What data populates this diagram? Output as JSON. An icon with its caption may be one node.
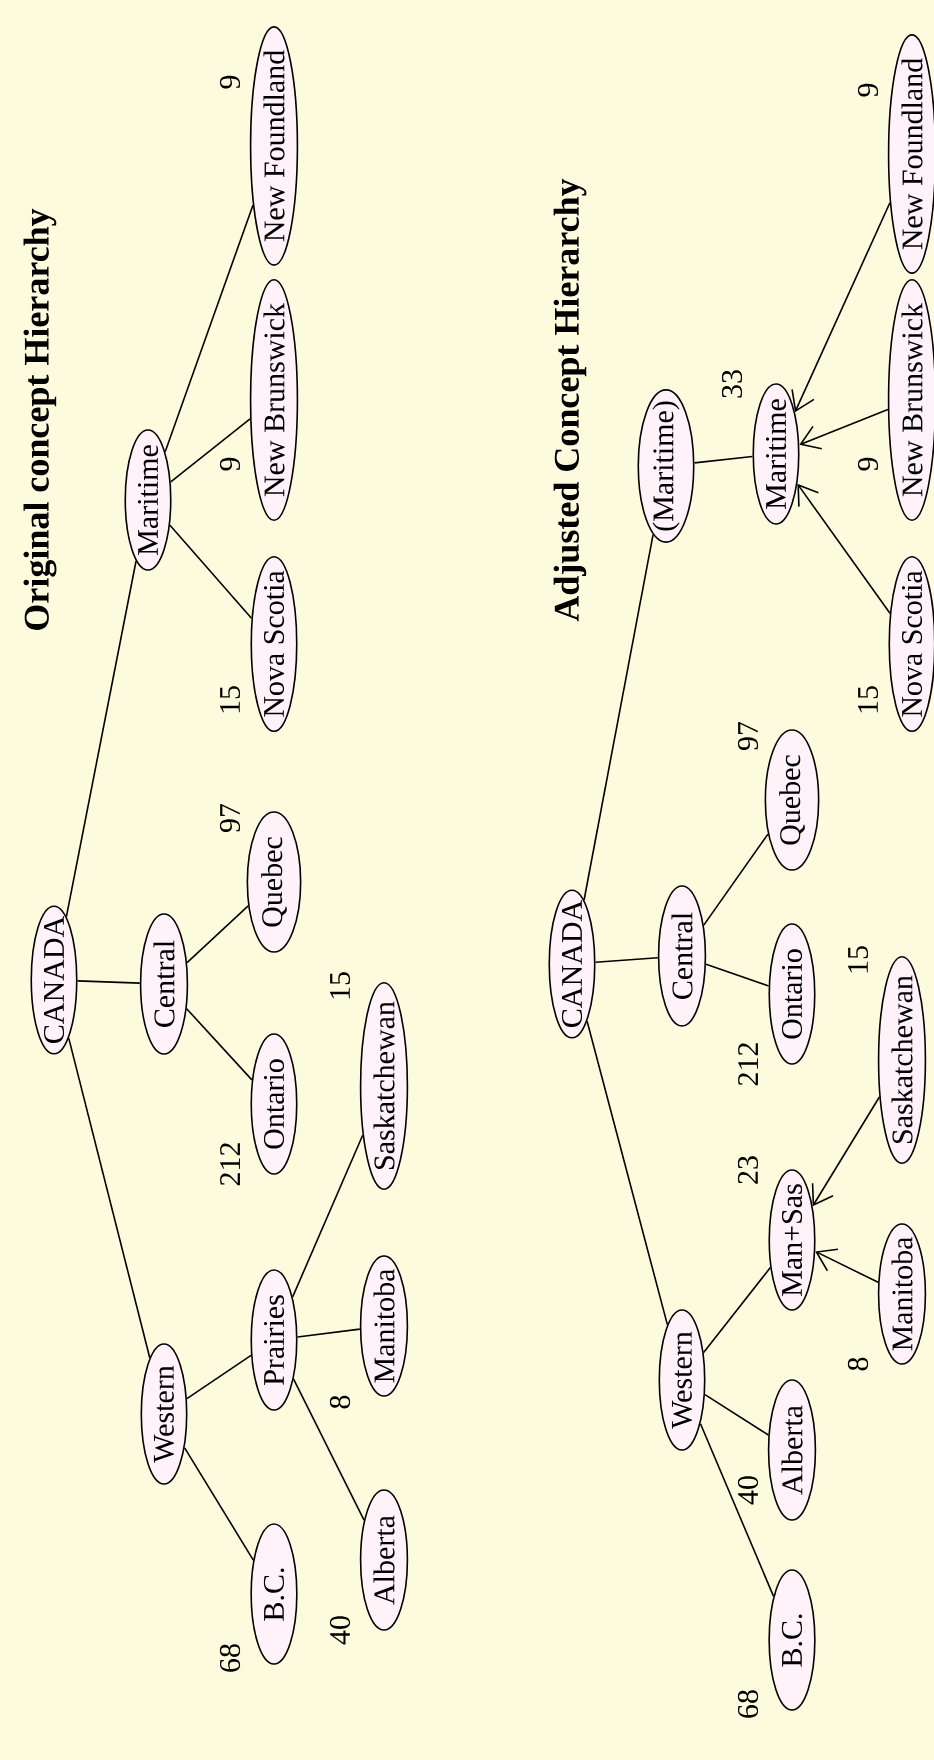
{
  "diagram": {
    "nodes": [
      {
        "text": [
          "CANADA"
        ]
      },
      {
        "text": [
          "Western"
        ]
      },
      {
        "text": [
          "Central"
        ]
      },
      {
        "text": [
          "Maritime"
        ]
      },
      {
        "text": [
          "B.C."
        ],
        "beside": [
          "68"
        ]
      },
      {
        "text": [
          "Prairies"
        ]
      },
      {
        "text": [
          "Alberta"
        ],
        "beside": [
          "40"
        ]
      },
      {
        "text": [
          "Manitoba"
        ],
        "beside": [
          "8"
        ]
      },
      {
        "text": [
          "Saskatchewan"
        ],
        "beside": [
          "15"
        ]
      },
      {
        "text": [
          "Ontario"
        ],
        "beside": [
          "212"
        ]
      },
      {
        "text": [
          "Quebec"
        ],
        "beside": [
          "97"
        ]
      },
      {
        "text": [
          "Nova Scotia"
        ],
        "beside": [
          "15"
        ]
      },
      {
        "text": [
          "New Brunswick"
        ],
        "beside": [
          "9"
        ]
      },
      {
        "text": [
          "New Foundland"
        ],
        "beside": [
          "9"
        ]
      },
      {
        "text": [
          "CANADA"
        ]
      },
      {
        "text": [
          "Western"
        ]
      },
      {
        "text": [
          "Central"
        ]
      },
      {
        "text": [
          "(Maritime)"
        ]
      },
      {
        "text": [
          "B.C."
        ],
        "beside": [
          "68"
        ]
      },
      {
        "text": [
          "Alberta"
        ],
        "beside": [
          "40"
        ]
      },
      {
        "text": [
          "Man+Sas"
        ],
        "beside": [
          "23"
        ]
      },
      {
        "text": [
          "Manitoba"
        ],
        "beside": [
          "8"
        ]
      },
      {
        "text": [
          "Saskatchewan"
        ],
        "beside": [
          "15"
        ]
      },
      {
        "text": [
          "Ontario"
        ],
        "beside": [
          "212"
        ]
      },
      {
        "text": [
          "Quebec"
        ],
        "beside": [
          "97"
        ]
      },
      {
        "text": [
          "Maritime"
        ],
        "beside": [
          "33"
        ]
      },
      {
        "text": [
          "Nova Scotia"
        ],
        "beside": [
          "15"
        ]
      },
      {
        "text": [
          "New Brunswick"
        ],
        "beside": [
          "9"
        ]
      },
      {
        "text": [
          "New Foundland"
        ],
        "beside": [
          "9"
        ]
      }
    ],
    "edges": [
      {
        "from": 0,
        "to": 1,
        "arrow": "none"
      },
      {
        "from": 0,
        "to": 2,
        "arrow": "none"
      },
      {
        "from": 0,
        "to": 3,
        "arrow": "none"
      },
      {
        "from": 1,
        "to": 4,
        "arrow": "none"
      },
      {
        "from": 1,
        "to": 5,
        "arrow": "none"
      },
      {
        "from": 5,
        "to": 6,
        "arrow": "none"
      },
      {
        "from": 5,
        "to": 7,
        "arrow": "none"
      },
      {
        "from": 5,
        "to": 8,
        "arrow": "none"
      },
      {
        "from": 2,
        "to": 9,
        "arrow": "none"
      },
      {
        "from": 2,
        "to": 10,
        "arrow": "none"
      },
      {
        "from": 3,
        "to": 11,
        "arrow": "none"
      },
      {
        "from": 3,
        "to": 12,
        "arrow": "none"
      },
      {
        "from": 3,
        "to": 13,
        "arrow": "none"
      },
      {
        "from": 14,
        "to": 15,
        "arrow": "none"
      },
      {
        "from": 14,
        "to": 16,
        "arrow": "none"
      },
      {
        "from": 14,
        "to": 17,
        "arrow": "none"
      },
      {
        "from": 17,
        "to": 25,
        "arrow": "none"
      },
      {
        "from": 15,
        "to": 18,
        "arrow": "none"
      },
      {
        "from": 15,
        "to": 19,
        "arrow": "none"
      },
      {
        "from": 15,
        "to": 20,
        "arrow": "none"
      },
      {
        "from": 21,
        "to": 20,
        "arrow": "to"
      },
      {
        "from": 22,
        "to": 20,
        "arrow": "to"
      },
      {
        "from": 16,
        "to": 23,
        "arrow": "none"
      },
      {
        "from": 16,
        "to": 24,
        "arrow": "none"
      },
      {
        "from": 26,
        "to": 25,
        "arrow": "to"
      },
      {
        "from": 27,
        "to": 25,
        "arrow": "to"
      },
      {
        "from": 28,
        "to": 25,
        "arrow": "to"
      }
    ],
    "labels": [
      "Original concept Hierarchy",
      "Adjusted Concept Hierarchy"
    ]
  }
}
